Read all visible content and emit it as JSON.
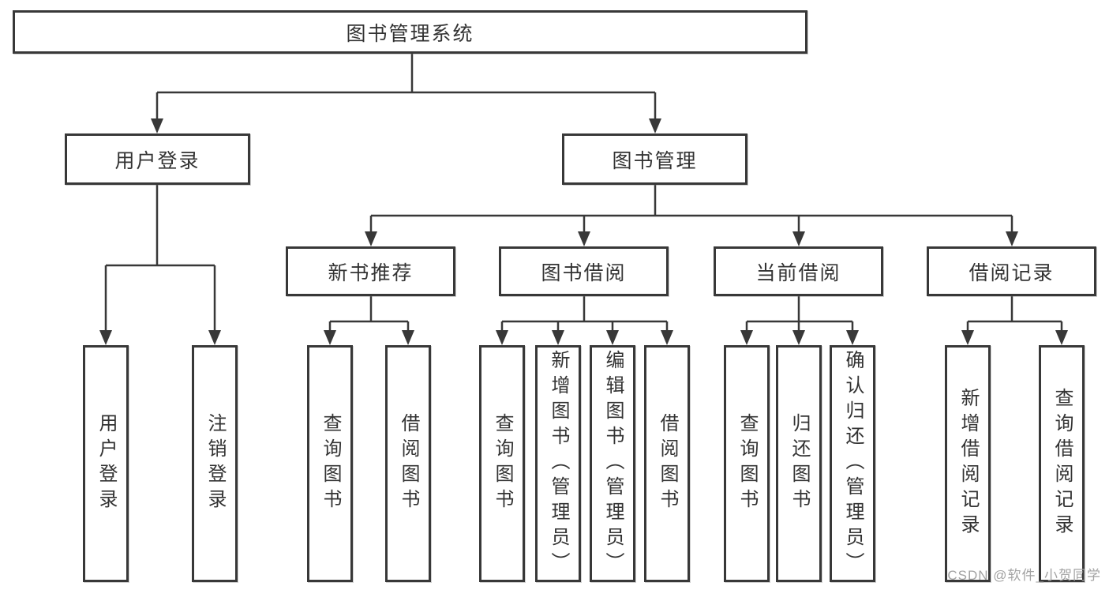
{
  "tree": {
    "label": "图书管理系统",
    "children": [
      {
        "label": "用户登录",
        "children": [
          {
            "label": "用户登录"
          },
          {
            "label": "注销登录"
          }
        ]
      },
      {
        "label": "图书管理",
        "children": [
          {
            "label": "新书推荐",
            "children": [
              {
                "label": "查询图书"
              },
              {
                "label": "借阅图书"
              }
            ]
          },
          {
            "label": "图书借阅",
            "children": [
              {
                "label": "查询图书"
              },
              {
                "label": "新增图书（管理员）"
              },
              {
                "label": "编辑图书（管理员）"
              },
              {
                "label": "借阅图书"
              }
            ]
          },
          {
            "label": "当前借阅",
            "children": [
              {
                "label": "查询图书"
              },
              {
                "label": "归还图书"
              },
              {
                "label": "确认归还（管理员）"
              }
            ]
          },
          {
            "label": "借阅记录",
            "children": [
              {
                "label": "新增借阅记录"
              },
              {
                "label": "查询借阅记录"
              }
            ]
          }
        ]
      }
    ]
  },
  "watermark": "CSDN @软件_小贺同学",
  "colors": {
    "line": "#383838",
    "text": "#333333",
    "box_background": "#ffffff",
    "watermark": "#a3a3a3",
    "background": "#ffffff"
  }
}
